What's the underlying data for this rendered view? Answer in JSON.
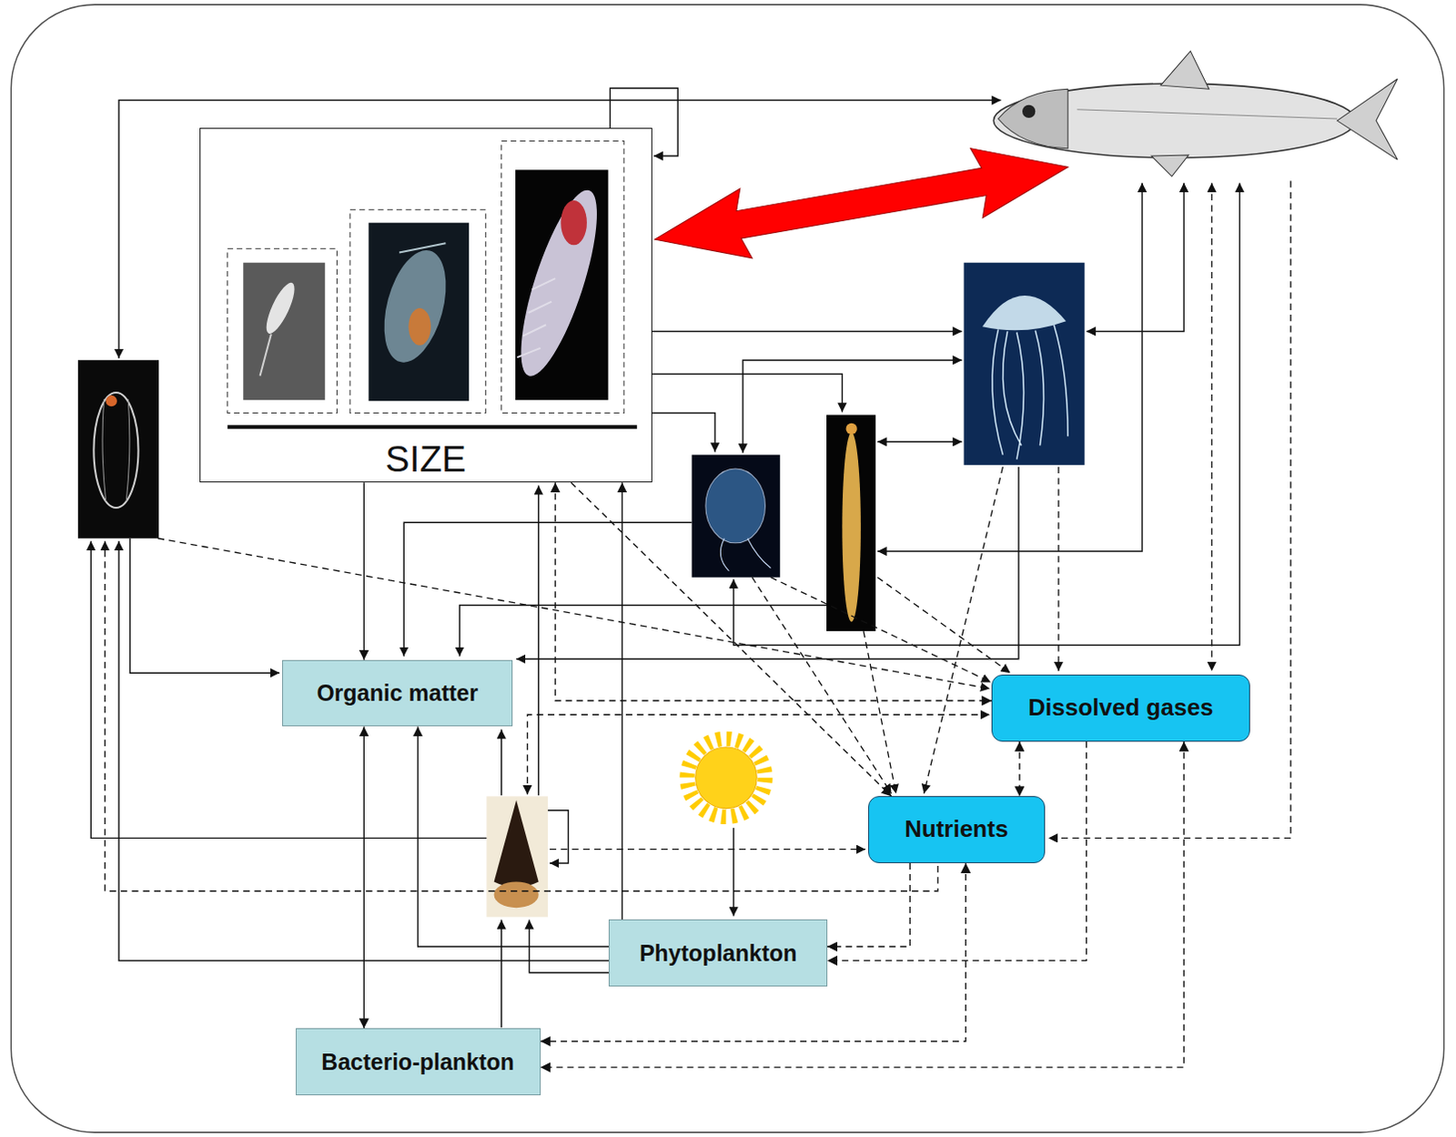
{
  "diagram": {
    "nodes": [
      {
        "text": [
          "SIZE"
        ]
      },
      {
        "text": [
          "Organic matter"
        ]
      },
      {
        "text": [
          "Dissolved gases"
        ]
      },
      {
        "text": [
          "Nutrients"
        ]
      },
      {
        "text": [
          "Phytoplankton"
        ]
      },
      {
        "text": [
          "Bacterio-plankton"
        ]
      }
    ],
    "edges": [
      {
        "from": 0,
        "to": 1,
        "arrow": "to"
      },
      {
        "from": 0,
        "to": 2,
        "arrow": "both"
      },
      {
        "from": 0,
        "to": 3,
        "arrow": "to"
      },
      {
        "from": 4,
        "to": 0,
        "arrow": "to"
      },
      {
        "from": 4,
        "to": 1,
        "arrow": "to"
      },
      {
        "from": 1,
        "to": 5,
        "arrow": "both"
      },
      {
        "from": 2,
        "to": 3,
        "arrow": "both"
      },
      {
        "from": 3,
        "to": 4,
        "arrow": "to"
      },
      {
        "from": 2,
        "to": 4,
        "arrow": "to"
      },
      {
        "from": 3,
        "to": 5,
        "arrow": "both"
      },
      {
        "from": 2,
        "to": 5,
        "arrow": "both"
      }
    ]
  }
}
